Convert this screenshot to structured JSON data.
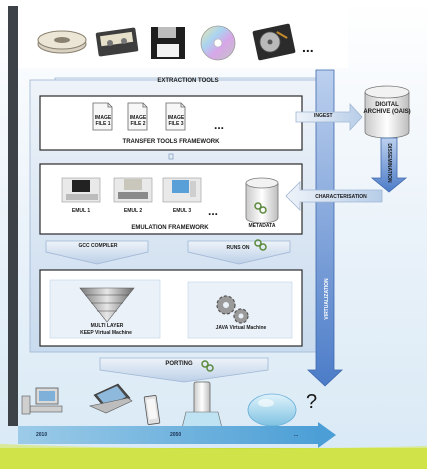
{
  "media": [
    "tape-reel",
    "cassette",
    "floppy-disk",
    "cd",
    "hard-disk"
  ],
  "media_ellipsis": "...",
  "extraction_tools": "EXTRACTION TOOLS",
  "image_files": [
    "IMAGE FILE 1",
    "IMAGE FILE 2",
    "IMAGE FILE 3"
  ],
  "image_files_ellipsis": "...",
  "transfer_framework": "TRANSFER TOOLS FRAMEWORK",
  "ingest": "INGEST",
  "archive": "DIGITAL ARCHIVE (OAIS)",
  "dissemination": "DISSEMINATION",
  "characterisation": "CHARACTERISATION",
  "emulators": [
    "EMUL 1",
    "EMUL 2",
    "EMUL 3"
  ],
  "emulators_ellipsis": "...",
  "metadata": "METADATA",
  "emulation_framework": "EMULATION FRAMEWORK",
  "gcc": "GCC COMPILER",
  "runs_on": "RUNS ON",
  "multi_layer": "MULTI LAYER",
  "keep_vm": "KEEP Virtual Machine",
  "java_vm": "JAVA Virtual Machine",
  "virtualization": "VIRTUALIZATION",
  "porting": "PORTING",
  "devices": [
    "desktop-computer",
    "laptop",
    "tablet",
    "future-device",
    "future-sphere"
  ],
  "unknown": "?",
  "timeline": {
    "start": "2010",
    "mid": "2050",
    "end": "..."
  },
  "colors": {
    "left_bar": "#3d4148",
    "panel": "#d9e6f3",
    "box_border": "#2a2a2a",
    "arrow_blue": "#5b83c9",
    "timeline": "#6aaed9",
    "bottom_green": "#c6dc2e"
  }
}
